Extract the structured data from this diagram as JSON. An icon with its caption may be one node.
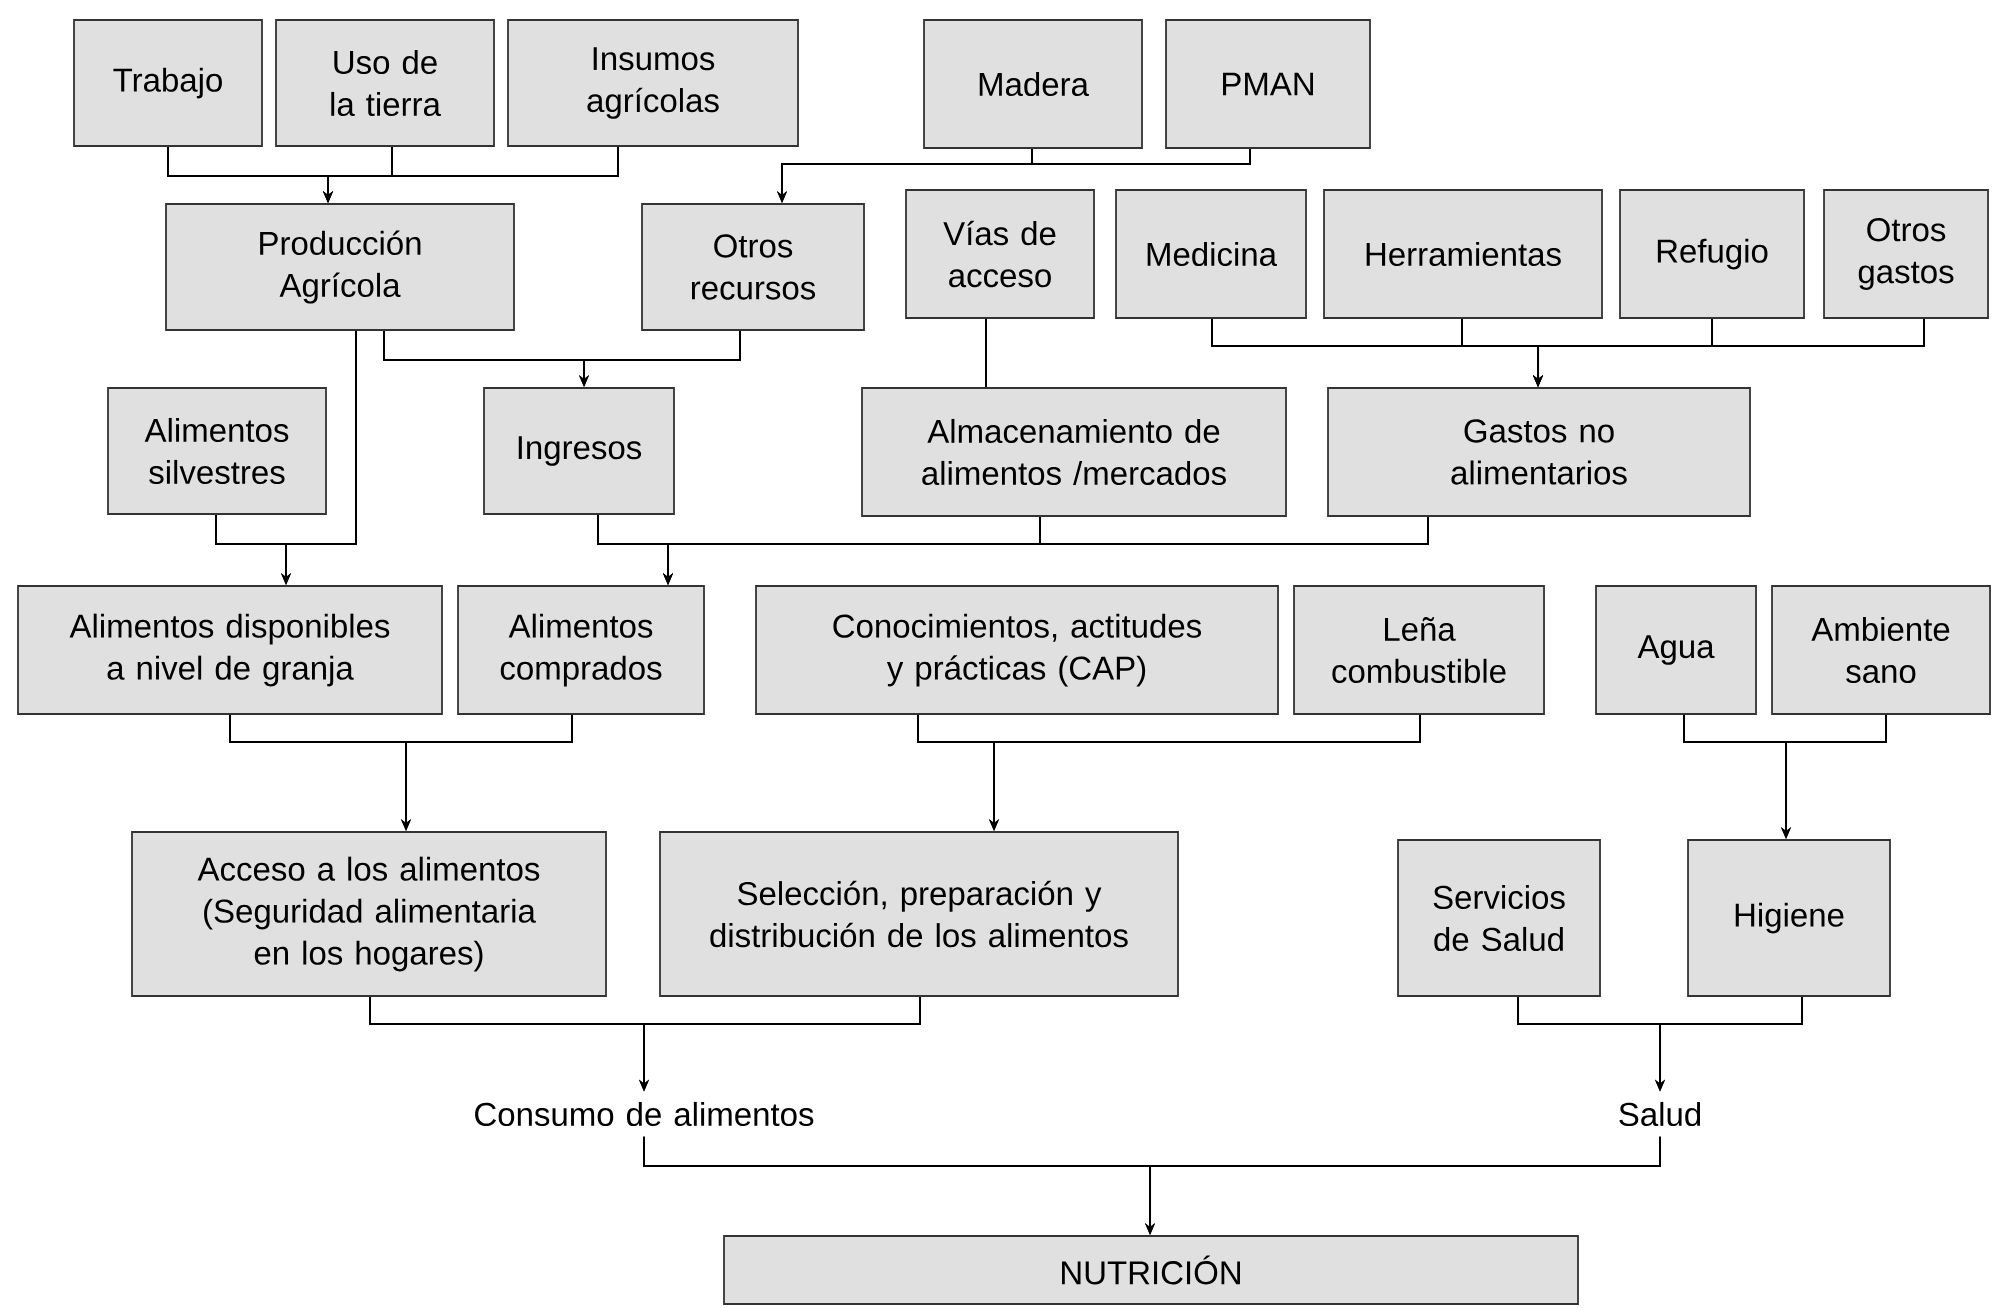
{
  "diagram": {
    "nodes": [
      {
        "text": [
          "Trabajo"
        ]
      },
      {
        "text": [
          "Uso de la tierra"
        ]
      },
      {
        "text": [
          "Insumos agrícolas"
        ]
      },
      {
        "text": [
          "Madera"
        ]
      },
      {
        "text": [
          "PMAN"
        ]
      },
      {
        "text": [
          "Producción Agrícola"
        ]
      },
      {
        "text": [
          "Otros recursos"
        ]
      },
      {
        "text": [
          "Vías de acceso"
        ]
      },
      {
        "text": [
          "Medicina"
        ]
      },
      {
        "text": [
          "Herramientas"
        ]
      },
      {
        "text": [
          "Refugio"
        ]
      },
      {
        "text": [
          "Otros gastos"
        ]
      },
      {
        "text": [
          "Alimentos silvestres"
        ]
      },
      {
        "text": [
          "Ingresos"
        ]
      },
      {
        "text": [
          "Almacenamiento de alimentos /mercados"
        ]
      },
      {
        "text": [
          "Gastos no alimentarios"
        ]
      },
      {
        "text": [
          "Alimentos disponibles a nivel de granja"
        ]
      },
      {
        "text": [
          "Alimentos comprados"
        ]
      },
      {
        "text": [
          "Conocimientos, actitudes y prácticas (CAP)"
        ]
      },
      {
        "text": [
          "Leña combustible"
        ]
      },
      {
        "text": [
          "Agua"
        ]
      },
      {
        "text": [
          "Ambiente sano"
        ]
      },
      {
        "text": [
          "Acceso a los alimentos (Seguridad alimentaria en los hogares)"
        ]
      },
      {
        "text": [
          "Selección, preparación y distribución de los alimentos"
        ]
      },
      {
        "text": [
          "Servicios de Salud"
        ]
      },
      {
        "text": [
          "Higiene"
        ]
      },
      {
        "text": [
          "Consumo de alimentos"
        ]
      },
      {
        "text": [
          "Salud"
        ]
      },
      {
        "text": [
          "NUTRICIÓN"
        ]
      }
    ],
    "edges": [
      {
        "from": 0,
        "to": 5,
        "arrow": "to"
      },
      {
        "from": 1,
        "to": 5,
        "arrow": "to"
      },
      {
        "from": 2,
        "to": 5,
        "arrow": "to"
      },
      {
        "from": 3,
        "to": 6,
        "arrow": "to"
      },
      {
        "from": 4,
        "to": 6,
        "arrow": "to"
      },
      {
        "from": 7,
        "to": 14,
        "arrow": "none"
      },
      {
        "from": 8,
        "to": 15,
        "arrow": "to"
      },
      {
        "from": 9,
        "to": 15,
        "arrow": "to"
      },
      {
        "from": 10,
        "to": 15,
        "arrow": "to"
      },
      {
        "from": 11,
        "to": 15,
        "arrow": "to"
      },
      {
        "from": 5,
        "to": 13,
        "arrow": "to"
      },
      {
        "from": 6,
        "to": 13,
        "arrow": "to"
      },
      {
        "from": 12,
        "to": 16,
        "arrow": "to"
      },
      {
        "from": 5,
        "to": 16,
        "arrow": "to"
      },
      {
        "from": 13,
        "to": 17,
        "arrow": "to"
      },
      {
        "from": 14,
        "to": 17,
        "arrow": "to"
      },
      {
        "from": 15,
        "to": 17,
        "arrow": "to"
      },
      {
        "from": 16,
        "to": 22,
        "arrow": "to"
      },
      {
        "from": 17,
        "to": 22,
        "arrow": "to"
      },
      {
        "from": 18,
        "to": 23,
        "arrow": "to"
      },
      {
        "from": 19,
        "to": 23,
        "arrow": "to"
      },
      {
        "from": 20,
        "to": 25,
        "arrow": "to"
      },
      {
        "from": 21,
        "to": 25,
        "arrow": "to"
      },
      {
        "from": 22,
        "to": 26,
        "arrow": "to"
      },
      {
        "from": 23,
        "to": 26,
        "arrow": "to"
      },
      {
        "from": 24,
        "to": 27,
        "arrow": "to"
      },
      {
        "from": 25,
        "to": 27,
        "arrow": "to"
      },
      {
        "from": 26,
        "to": 28,
        "arrow": "to"
      },
      {
        "from": 27,
        "to": 28,
        "arrow": "to"
      }
    ]
  }
}
